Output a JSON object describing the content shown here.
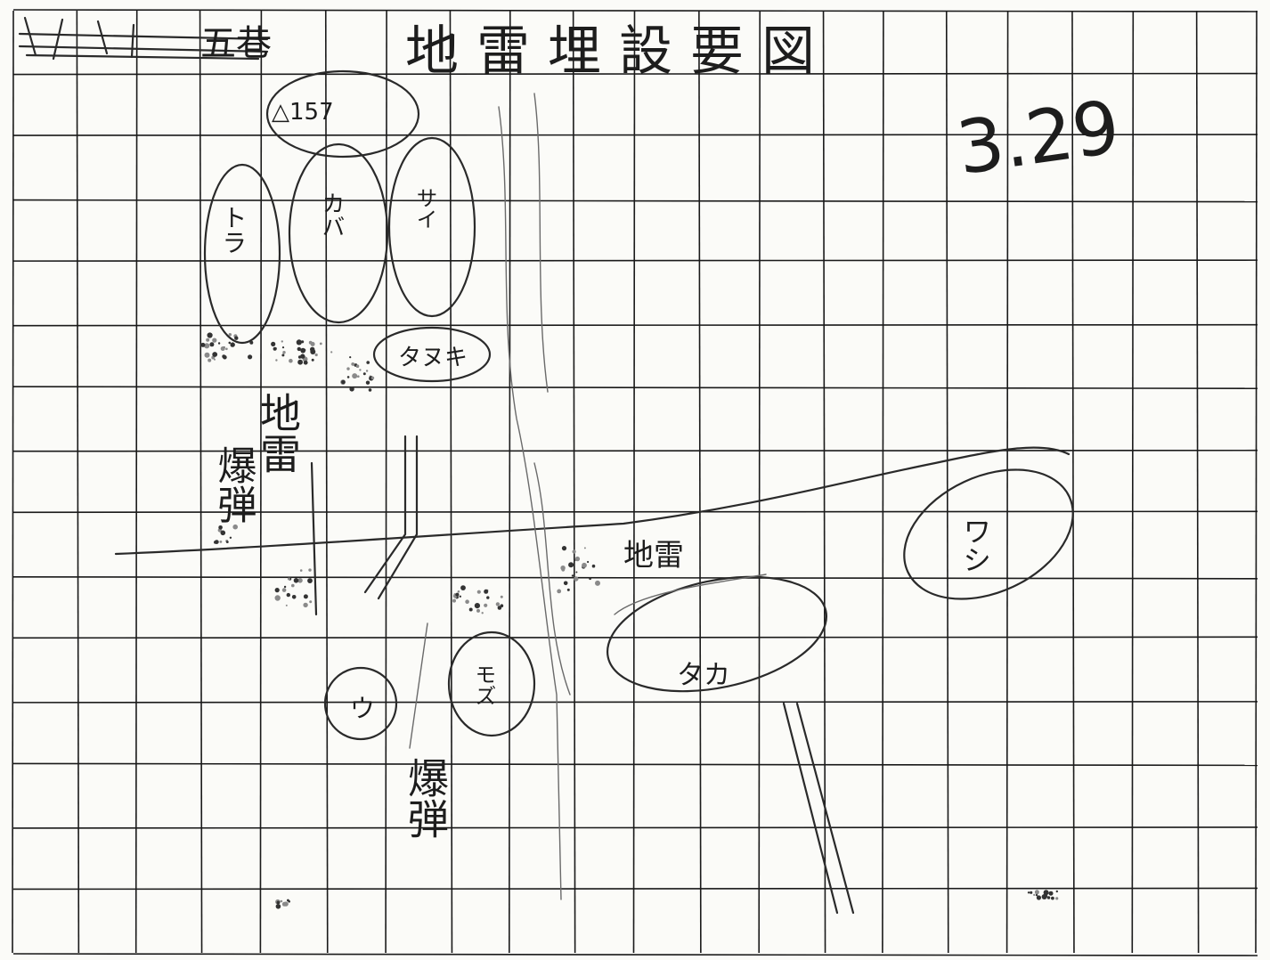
{
  "sheet": {
    "title": "地雷埋設要図",
    "header_left": "五巷",
    "date_mark": "3.29",
    "elevation_mark": "△157"
  },
  "labels": {
    "tora": "トラ",
    "kaba": "カバ",
    "sai": "サイ",
    "tanuki": "タヌキ",
    "moz": "モズ",
    "u": "ウ",
    "taka": "タカ",
    "washi": "ワシ",
    "jirai_upper": "地雷",
    "jirai_right": "地雷",
    "bakudan_left": "爆弾",
    "bakudan_lower": "爆弾"
  },
  "style": {
    "paper": "#fbfbf8",
    "ink": "#1a1a1a",
    "pencil": "#2a2a2a"
  }
}
